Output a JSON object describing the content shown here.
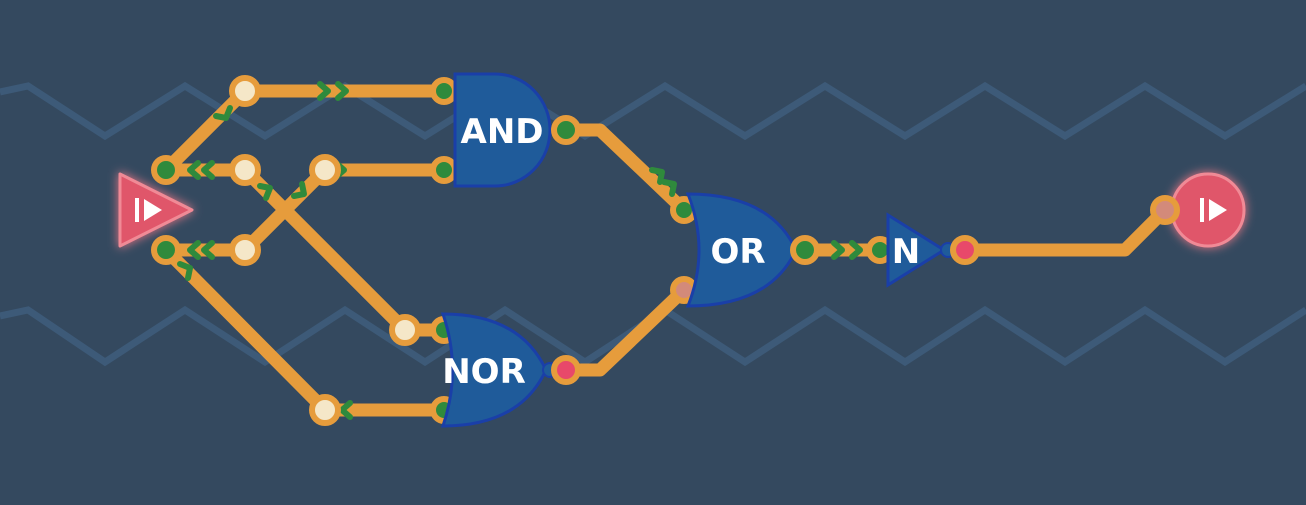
{
  "puzzle": {
    "gates": [
      {
        "id": "and",
        "label": "AND"
      },
      {
        "id": "nor",
        "label": "NOR"
      },
      {
        "id": "or",
        "label": "OR"
      },
      {
        "id": "not",
        "label": "N"
      }
    ],
    "source_icon": "play-triangle-icon",
    "sink_icon": "play-circle-icon",
    "colors": {
      "background": "#34495f",
      "wire": "#e69c3c",
      "signal_on": "#2f8a3c",
      "signal_off": "#e8486a",
      "gate_fill": "#1f5b9a",
      "terminal": "#e0566a"
    }
  }
}
